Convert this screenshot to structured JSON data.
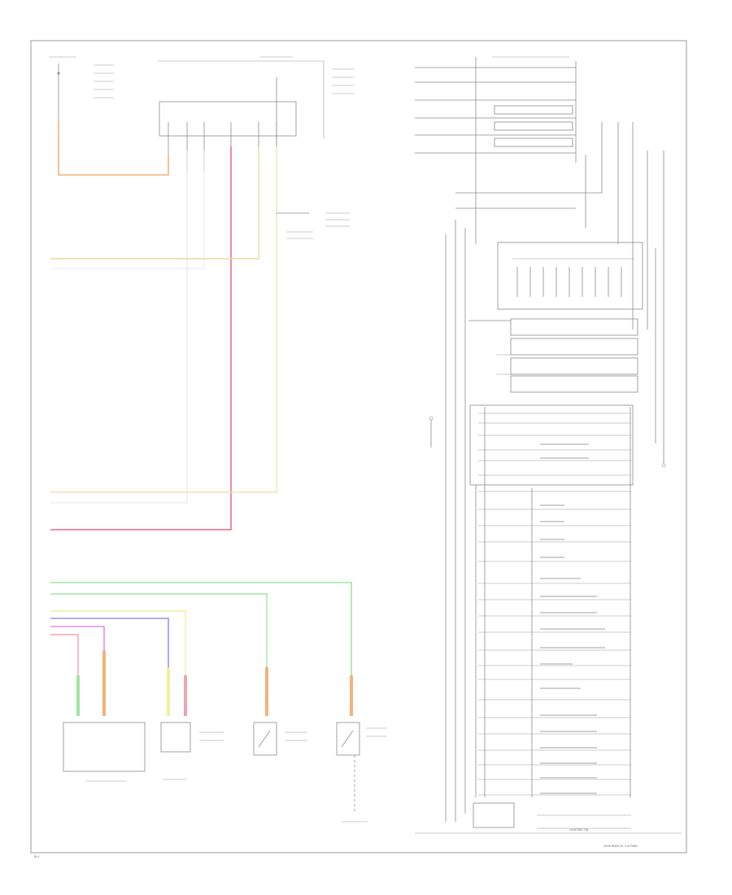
{
  "footer_left": "W-1",
  "footer_right": "2006 BMW X5 3.0i RWD",
  "bottom_label": "LIGHTING ON",
  "wire_colors": {
    "orange": "#f2b27a",
    "red": "#f07d93",
    "yellow": "#ecd9a0",
    "cream": "#efe3b6",
    "green": "#9fe6a0",
    "violet": "#9b92ef",
    "magenta": "#e38be9",
    "pink": "#f0a3b0",
    "lemon": "#f0f0a0"
  }
}
